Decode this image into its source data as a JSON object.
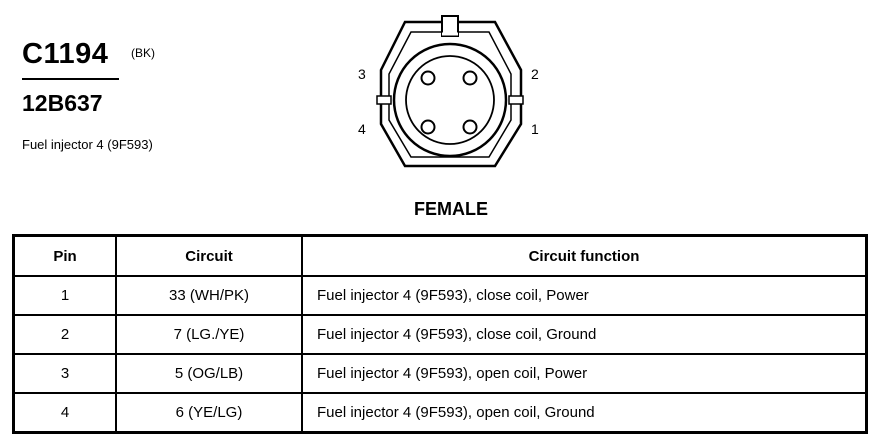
{
  "connector": {
    "id": "C1194",
    "color_code": "(BK)",
    "part_number": "12B637",
    "description": "Fuel injector 4 (9F593)",
    "view": "FEMALE",
    "pin_labels": {
      "p1": "1",
      "p2": "2",
      "p3": "3",
      "p4": "4"
    }
  },
  "table": {
    "headers": {
      "pin": "Pin",
      "circuit": "Circuit",
      "function": "Circuit function"
    },
    "rows": [
      {
        "pin": "1",
        "circuit": "33 (WH/PK)",
        "function": "Fuel injector 4 (9F593), close coil, Power"
      },
      {
        "pin": "2",
        "circuit": "7 (LG./YE)",
        "function": "Fuel injector 4 (9F593), close coil, Ground"
      },
      {
        "pin": "3",
        "circuit": "5 (OG/LB)",
        "function": "Fuel injector 4 (9F593), open coil, Power"
      },
      {
        "pin": "4",
        "circuit": "6 (YE/LG)",
        "function": "Fuel injector 4 (9F593), open coil, Ground"
      }
    ]
  }
}
